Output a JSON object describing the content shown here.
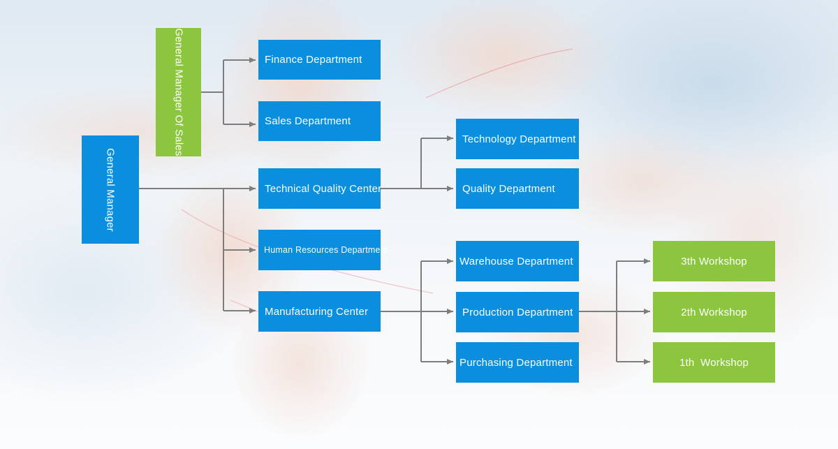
{
  "diagram": {
    "root": "General Manager",
    "sales_manager": "General Manager Of Sales",
    "finance": "Finance Department",
    "sales": "Sales Department",
    "technical_center": "Technical Quality Center",
    "hr": "Human Resources Department",
    "manufacturing": "Manufacturing Center",
    "technology": "Technology Department",
    "quality": "Quality Department",
    "warehouse": "Warehouse Department",
    "production": "Production Department",
    "purchasing": "Purchasing Department",
    "workshop_3": "3th Workshop",
    "workshop_2": "2th Workshop",
    "workshop_1": "1th  Workshop"
  },
  "colors": {
    "blue": "#0a8fde",
    "green": "#8cc63f",
    "connector": "#7d7d7d"
  }
}
